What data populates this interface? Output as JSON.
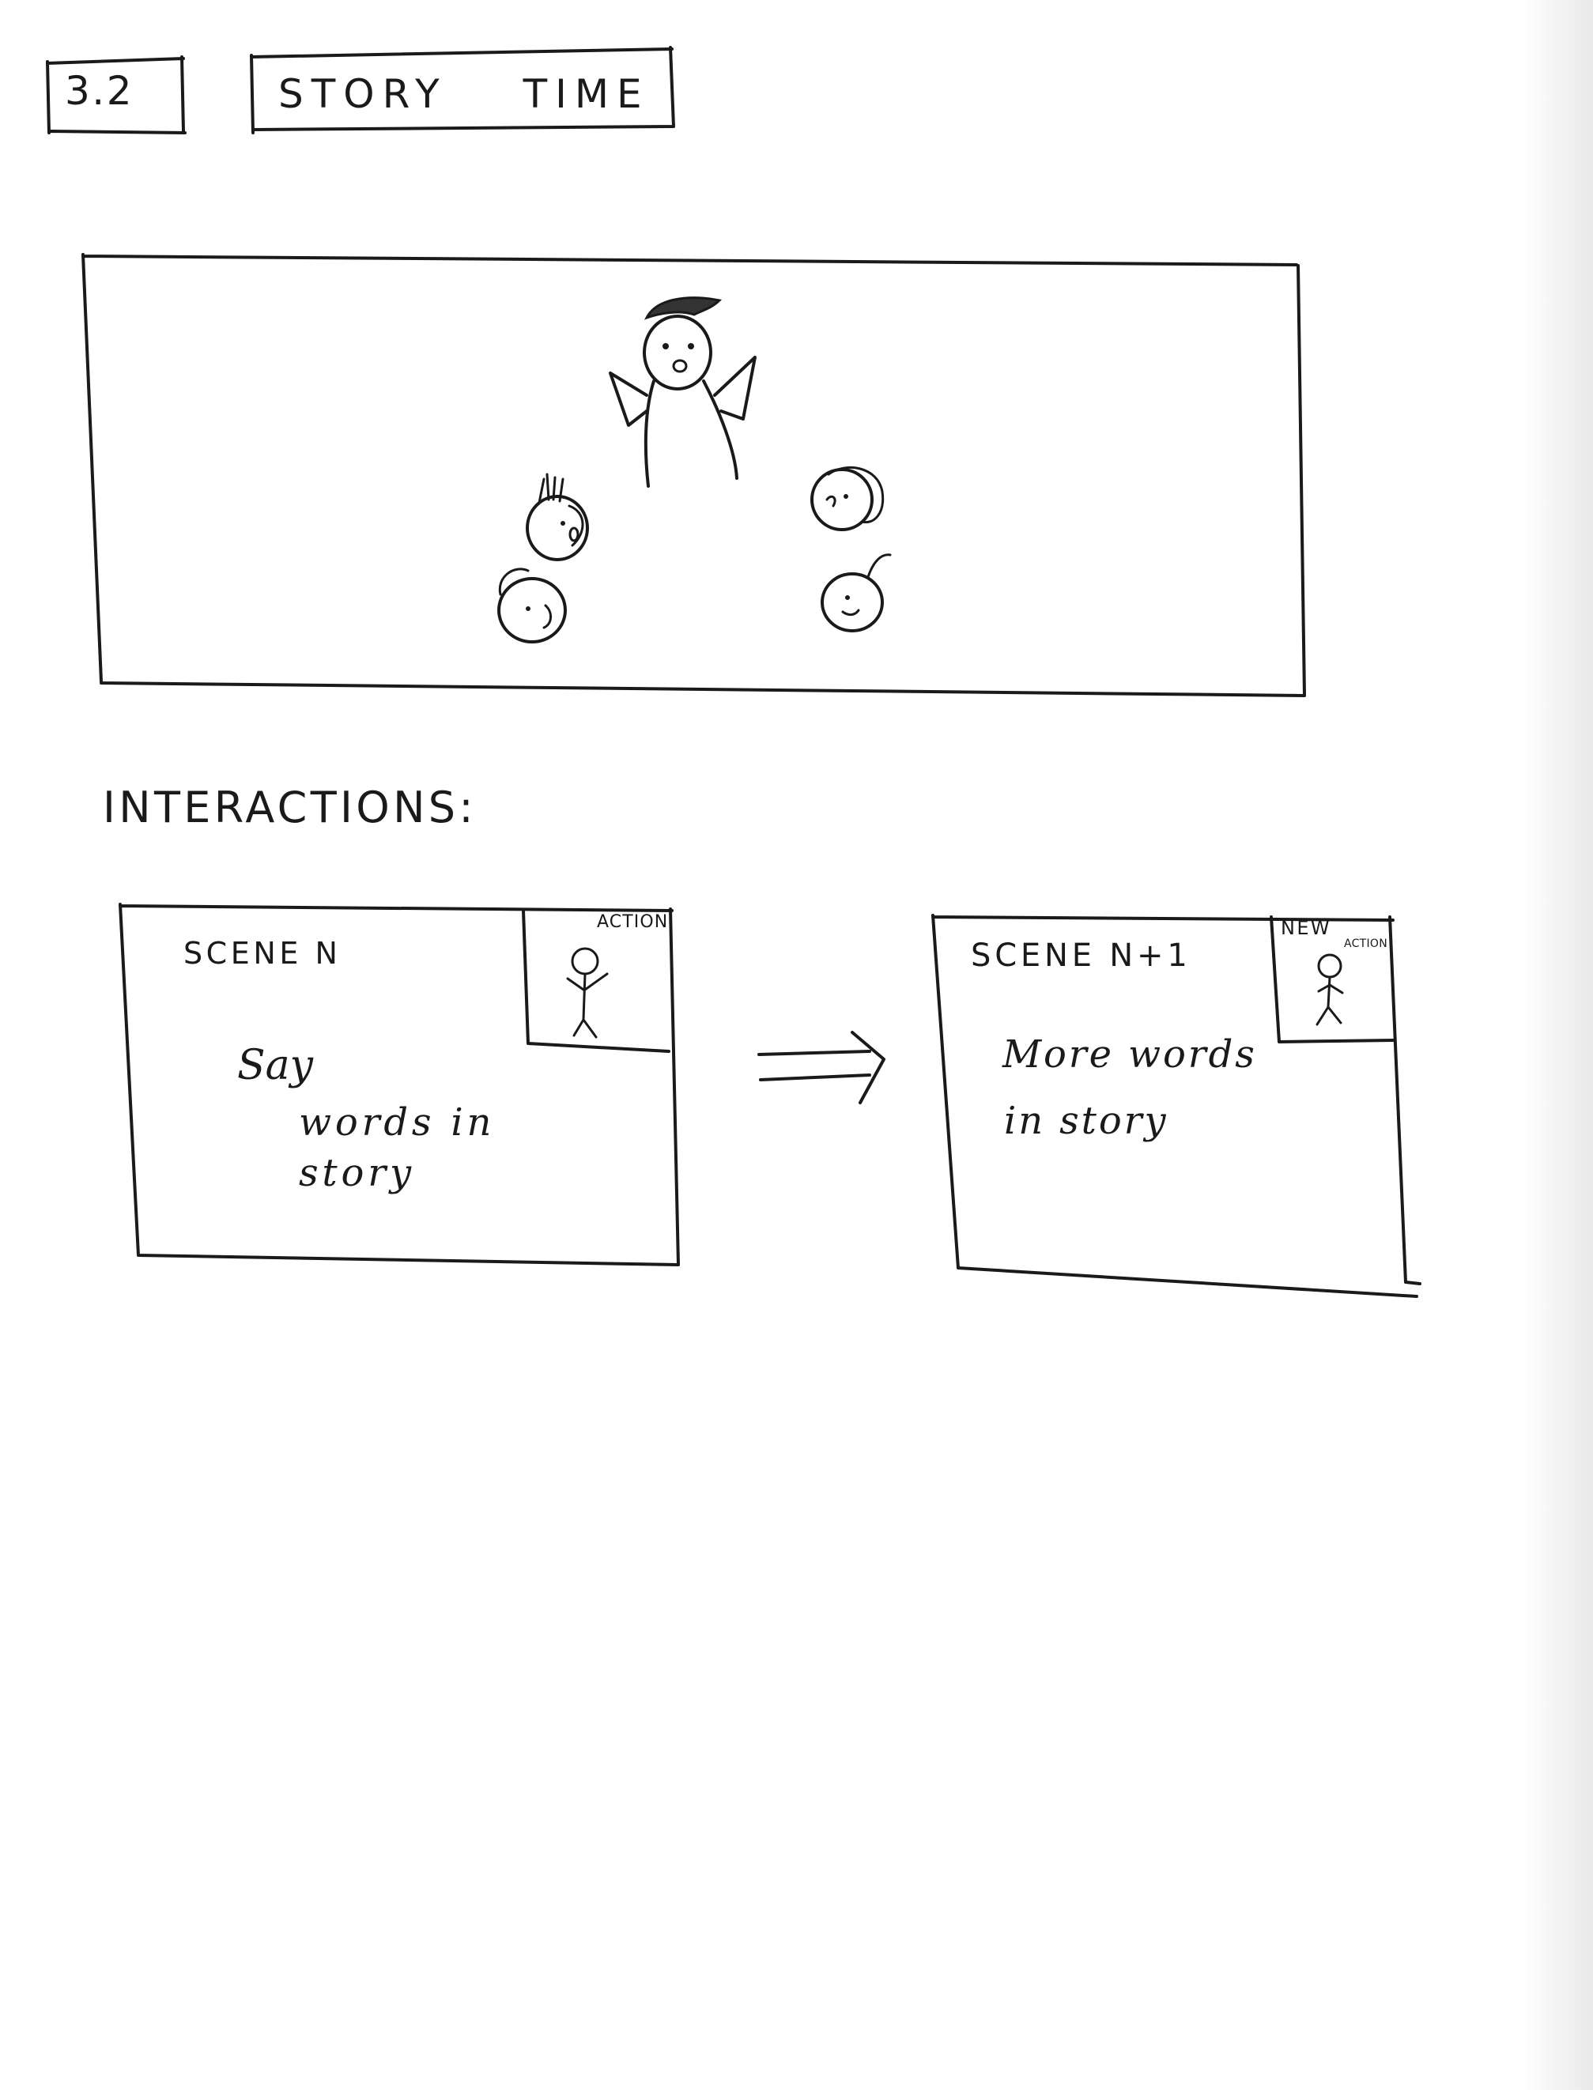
{
  "header": {
    "number": "3.2",
    "title": "STORY TIME"
  },
  "interactions_label": "INTERACTIONS:",
  "scene_left": {
    "title": "SCENE N",
    "action_label": "ACTION",
    "text_lines": [
      "Say",
      "words in",
      "story"
    ]
  },
  "scene_right": {
    "title": "SCENE N+1",
    "action_new": "NEW",
    "action_label": "ACTION",
    "text_lines": [
      "More words",
      "in story"
    ]
  },
  "colors": {
    "ink": "#1a1a1a",
    "hair": "#333333",
    "paper": "#ffffff"
  }
}
